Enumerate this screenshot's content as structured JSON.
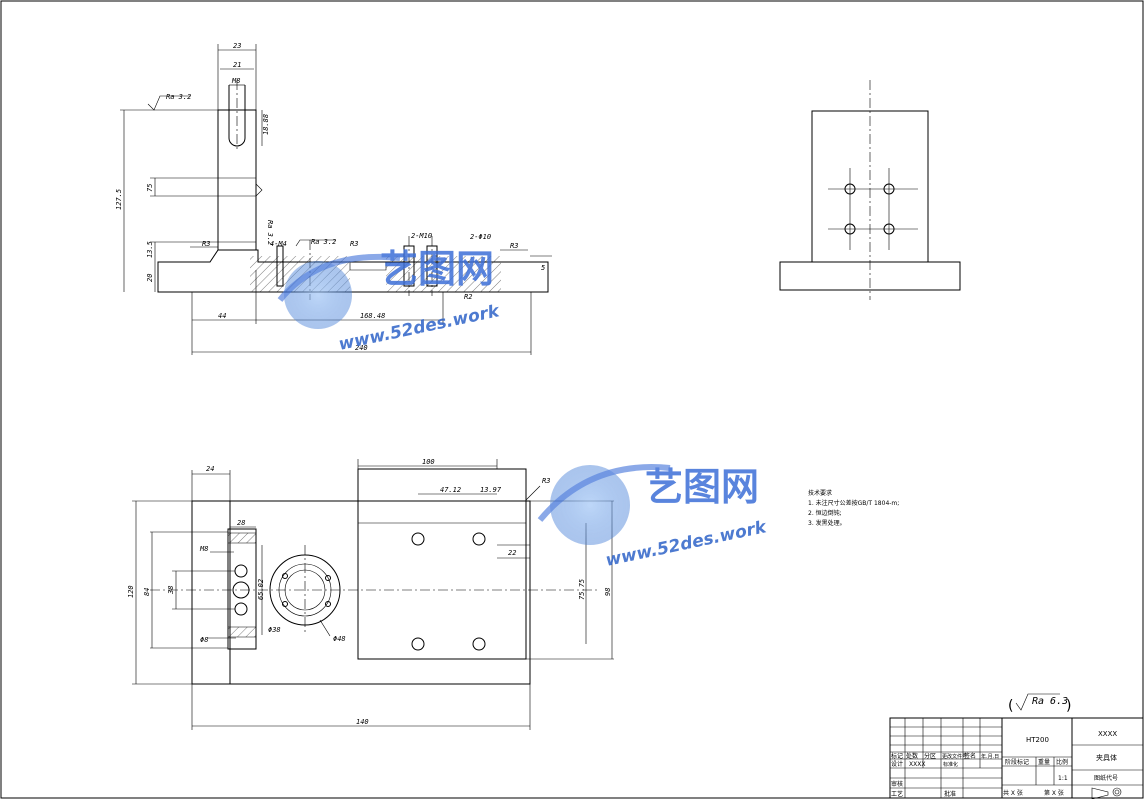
{
  "dims": {
    "d23": "23",
    "d21": "21",
    "d_m8": "M8",
    "ra32_a": "Ra 3.2",
    "d18": "18.88",
    "d1275": "127.5",
    "d75": "75",
    "d135": "13.5",
    "d20": "20",
    "ra32_b": "Ra 3.2",
    "r3_a": "R3",
    "d4m4": "4-M4",
    "ra32_c": "Ra 3.2",
    "r3_b": "R3",
    "d2m10": "2-M10",
    "d2phi10": "2-Φ10",
    "r3_c": "R3",
    "d5": "5",
    "r2": "R2",
    "d44": "44",
    "d16848": "168.48",
    "d240": "240",
    "d24": "24",
    "d100": "100",
    "d4712": "47.12",
    "d1397": "13.97",
    "r3_d": "R3",
    "d28": "28",
    "d_m8b": "M8",
    "d120": "120",
    "d84": "84",
    "d38": "38",
    "d6502": "65.02",
    "d22": "22",
    "d7575": "75.75",
    "d98": "98",
    "d_phi38": "Φ38",
    "d_phi8": "Φ8",
    "d_phi48": "Φ48",
    "d_w": "140",
    "ra63": "Ra 6.3"
  },
  "notes": {
    "title": "技术要求",
    "lines": [
      "1. 未注尺寸公差按GB/T 1804-m;",
      "2. 恒边倒钝;",
      "3. 发黑处理。"
    ]
  },
  "titleblock": {
    "material": "HT200",
    "company": "XXXX",
    "part_name": "夹具体",
    "designer": "XXXX",
    "scale": "1:1",
    "drawing_no": "图纸代号",
    "h_marks": "标记",
    "h_count": "处数",
    "h_zone": "分区",
    "h_doc": "更改文件号",
    "h_sign": "签名",
    "h_date": "年.月.日",
    "r_design": "设计",
    "r_std": "标准化",
    "r_check": "审核",
    "r_process": "工艺",
    "r_approve": "批准",
    "h_stage": "阶段标记",
    "h_weight": "重量",
    "h_ratio": "比例",
    "sheets_total": "共 X 张",
    "sheet_no": "第 X 张"
  },
  "watermark": {
    "brand": "艺图网",
    "url": "www.52des.work",
    "brand_color": "#3d6fd8"
  }
}
